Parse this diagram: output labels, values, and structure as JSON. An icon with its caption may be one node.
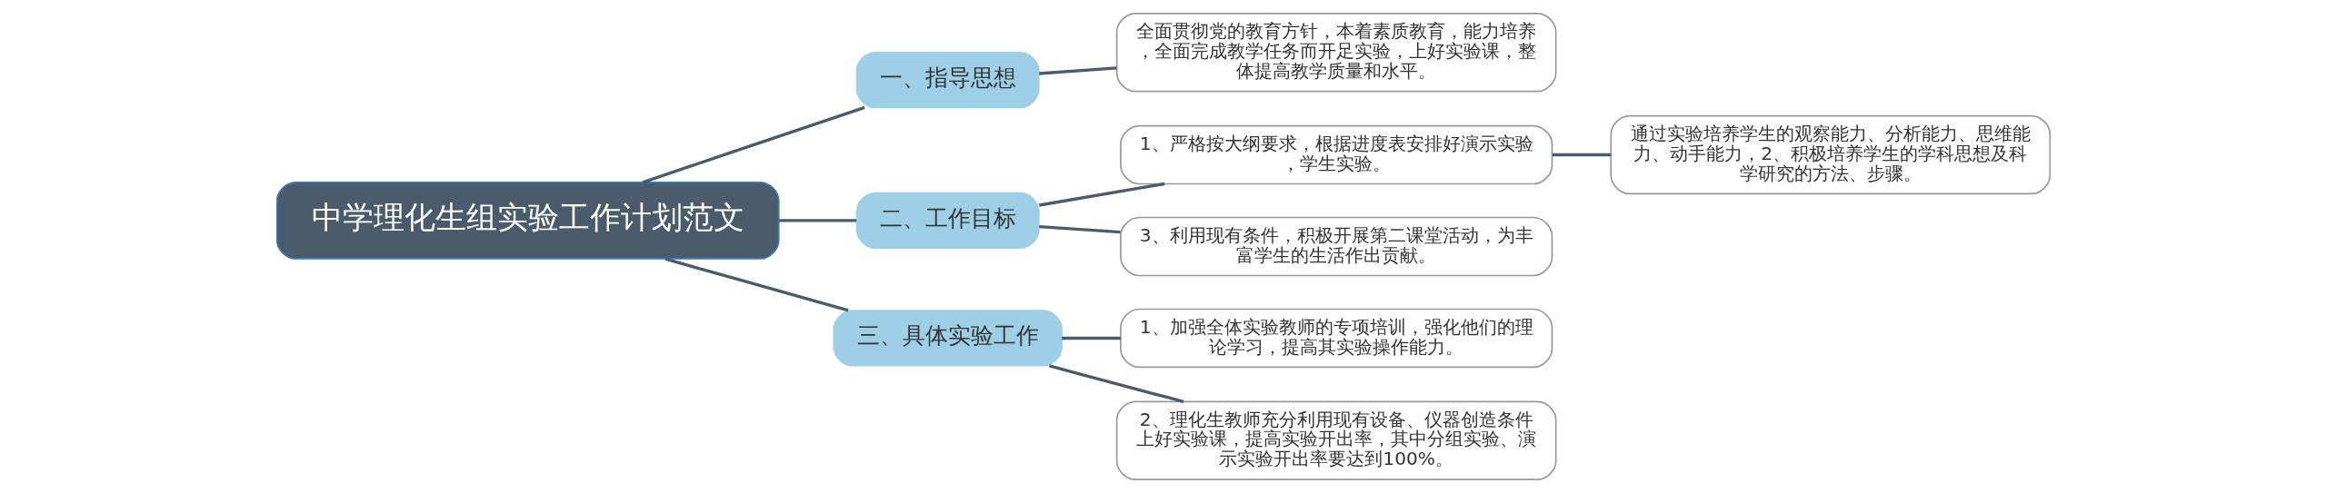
{
  "diagram": {
    "nodes": [
      {
        "text": [
          "中学理化生组实验工作计划范文"
        ]
      },
      {
        "text": [
          "一、指导思想"
        ]
      },
      {
        "text": [
          "全面贯彻党的教育方针，本着素质教育，能力培养，全面完成教学任务而开足实验，上好实验课，整体提高教学质量和水平。"
        ]
      },
      {
        "text": [
          "二、工作目标"
        ]
      },
      {
        "text": [
          "1、严格按大纲要求，根据进度表安排好演示实验，学生实验。"
        ]
      },
      {
        "text": [
          "通过实验培养学生的观察能力、分析能力、思维能力、动手能力，2、积极培养学生的学科思想及科学研究的方法、步骤。"
        ]
      },
      {
        "text": [
          "3、利用现有条件，积极开展第二课堂活动，为丰富学生的生活作出贡献。"
        ]
      },
      {
        "text": [
          "三、具体实验工作"
        ]
      },
      {
        "text": [
          "1、加强全体实验教师的专项培训，强化他们的理论学习，提高其实验操作能力。"
        ]
      },
      {
        "text": [
          "2、理化生教师充分利用现有设备、仪器创造条件上好实验课，提高实验开出率，其中分组实验、演示实验开出率要达到100%。"
        ]
      }
    ],
    "edges": [
      {
        "from": 0,
        "to": 1,
        "arrow": "none"
      },
      {
        "from": 1,
        "to": 2,
        "arrow": "none"
      },
      {
        "from": 0,
        "to": 3,
        "arrow": "none"
      },
      {
        "from": 3,
        "to": 4,
        "arrow": "none"
      },
      {
        "from": 4,
        "to": 5,
        "arrow": "none"
      },
      {
        "from": 3,
        "to": 6,
        "arrow": "none"
      },
      {
        "from": 0,
        "to": 7,
        "arrow": "none"
      },
      {
        "from": 7,
        "to": 8,
        "arrow": "none"
      },
      {
        "from": 7,
        "to": 9,
        "arrow": "none"
      }
    ]
  }
}
